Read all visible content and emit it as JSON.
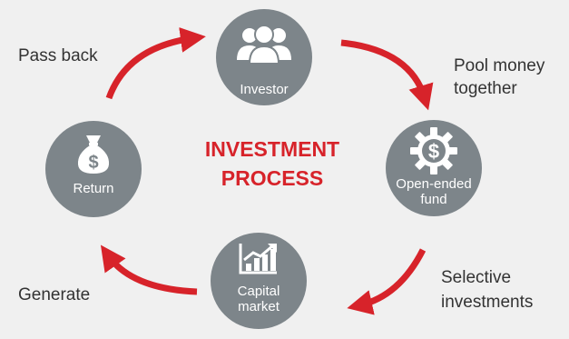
{
  "colors": {
    "node": "#7d858a",
    "arrow": "#d7232a",
    "title": "#d7232a",
    "text": "#333333",
    "background": "#f0f0f0"
  },
  "title": {
    "line1": "INVESTMENT",
    "line2": "PROCESS"
  },
  "nodes": {
    "investor": {
      "label": "Investor",
      "icon": "people-group-icon"
    },
    "fund": {
      "line1": "Open-ended",
      "line2": "fund",
      "icon": "dollar-gear-icon"
    },
    "market": {
      "line1": "Capital",
      "line2": "market",
      "icon": "growth-chart-icon"
    },
    "return": {
      "label": "Return",
      "icon": "money-bag-icon"
    }
  },
  "steps": {
    "pass_back": "Pass back",
    "pool_line1": "Pool money",
    "pool_line2": "together",
    "selective_line1": "Selective",
    "selective_line2": "investments",
    "generate": "Generate"
  }
}
